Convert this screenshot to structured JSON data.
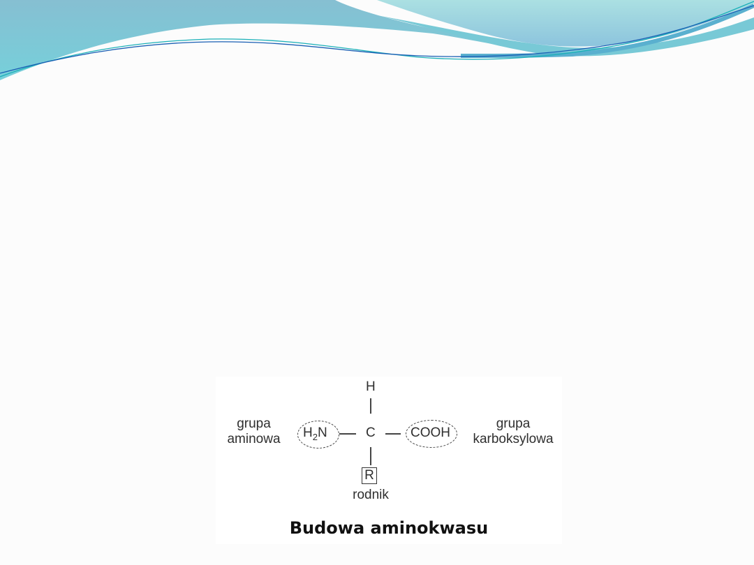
{
  "slide": {
    "background": "#fcfcfc",
    "header_decoration": "blue-teal-wave",
    "colors": {
      "wave_light": "#a8dde3",
      "wave_mid": "#7ec8d6",
      "wave_dark": "#4aa8c8",
      "line_blue": "#1a5fb4",
      "line_teal": "#1ab0b8"
    }
  },
  "figure": {
    "atoms": {
      "top": "H",
      "center": "C",
      "amine": "H",
      "amine_sub": "2",
      "amine_end": "N",
      "carboxyl": "COOH",
      "radical": "R"
    },
    "labels": {
      "amine_line1": "grupa",
      "amine_line2": "aminowa",
      "carboxyl_line1": "grupa",
      "carboxyl_line2": "karboksylowa",
      "radical": "rodnik"
    },
    "caption": "Budowa aminokwasu"
  }
}
